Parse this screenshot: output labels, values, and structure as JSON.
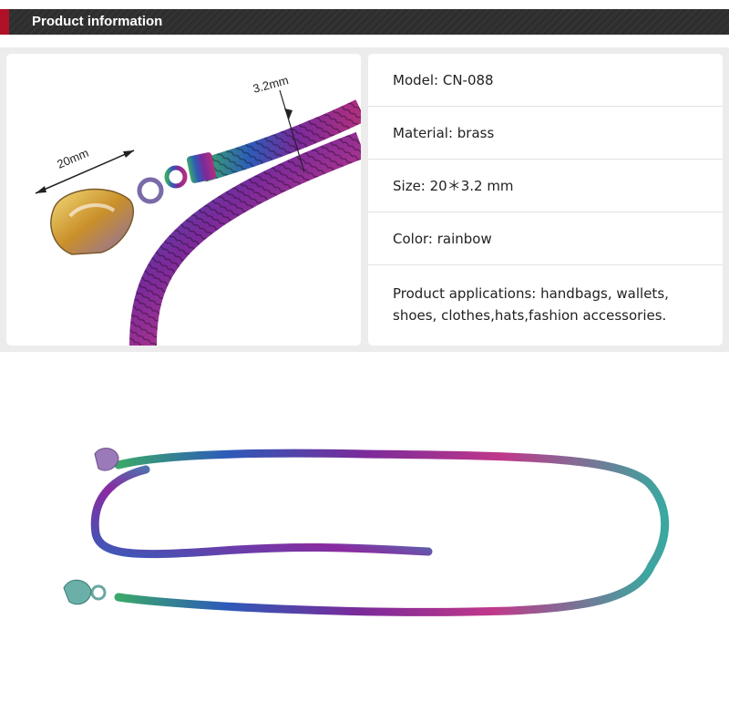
{
  "header": {
    "title": "Product information"
  },
  "photo": {
    "dim_width": "20mm",
    "dim_thickness": "3.2mm"
  },
  "specs": {
    "model": "Model: CN-088",
    "material": "Material: brass",
    "size": "Size: 20＊3.2 mm",
    "color": "Color: rainbow",
    "applications_line1": "Product applications: handbags, wallets,",
    "applications_line2": "shoes, clothes,hats,fashion accessories."
  },
  "colors": {
    "header_bg": "#2e2e2e",
    "header_accent": "#b01028",
    "panel_bg": "#ececec",
    "chain_purple": "#7a2a9a",
    "chain_blue": "#2d5bb8",
    "chain_green": "#3aa86a",
    "clasp_gold": "#d9b13a"
  }
}
